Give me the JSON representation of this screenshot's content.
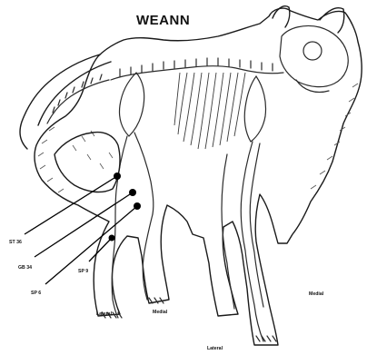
{
  "diagram": {
    "title": "WEANN",
    "point_labels": {
      "point_a": "ST 36",
      "point_b": "GB 34",
      "point_c": "SP 6",
      "point_d": "SP 9"
    },
    "view_labels": {
      "medial_front": "Medial",
      "medial_hind": "Medial",
      "lateral_front": "Lateral",
      "lateral_hind": "Lateral"
    }
  }
}
